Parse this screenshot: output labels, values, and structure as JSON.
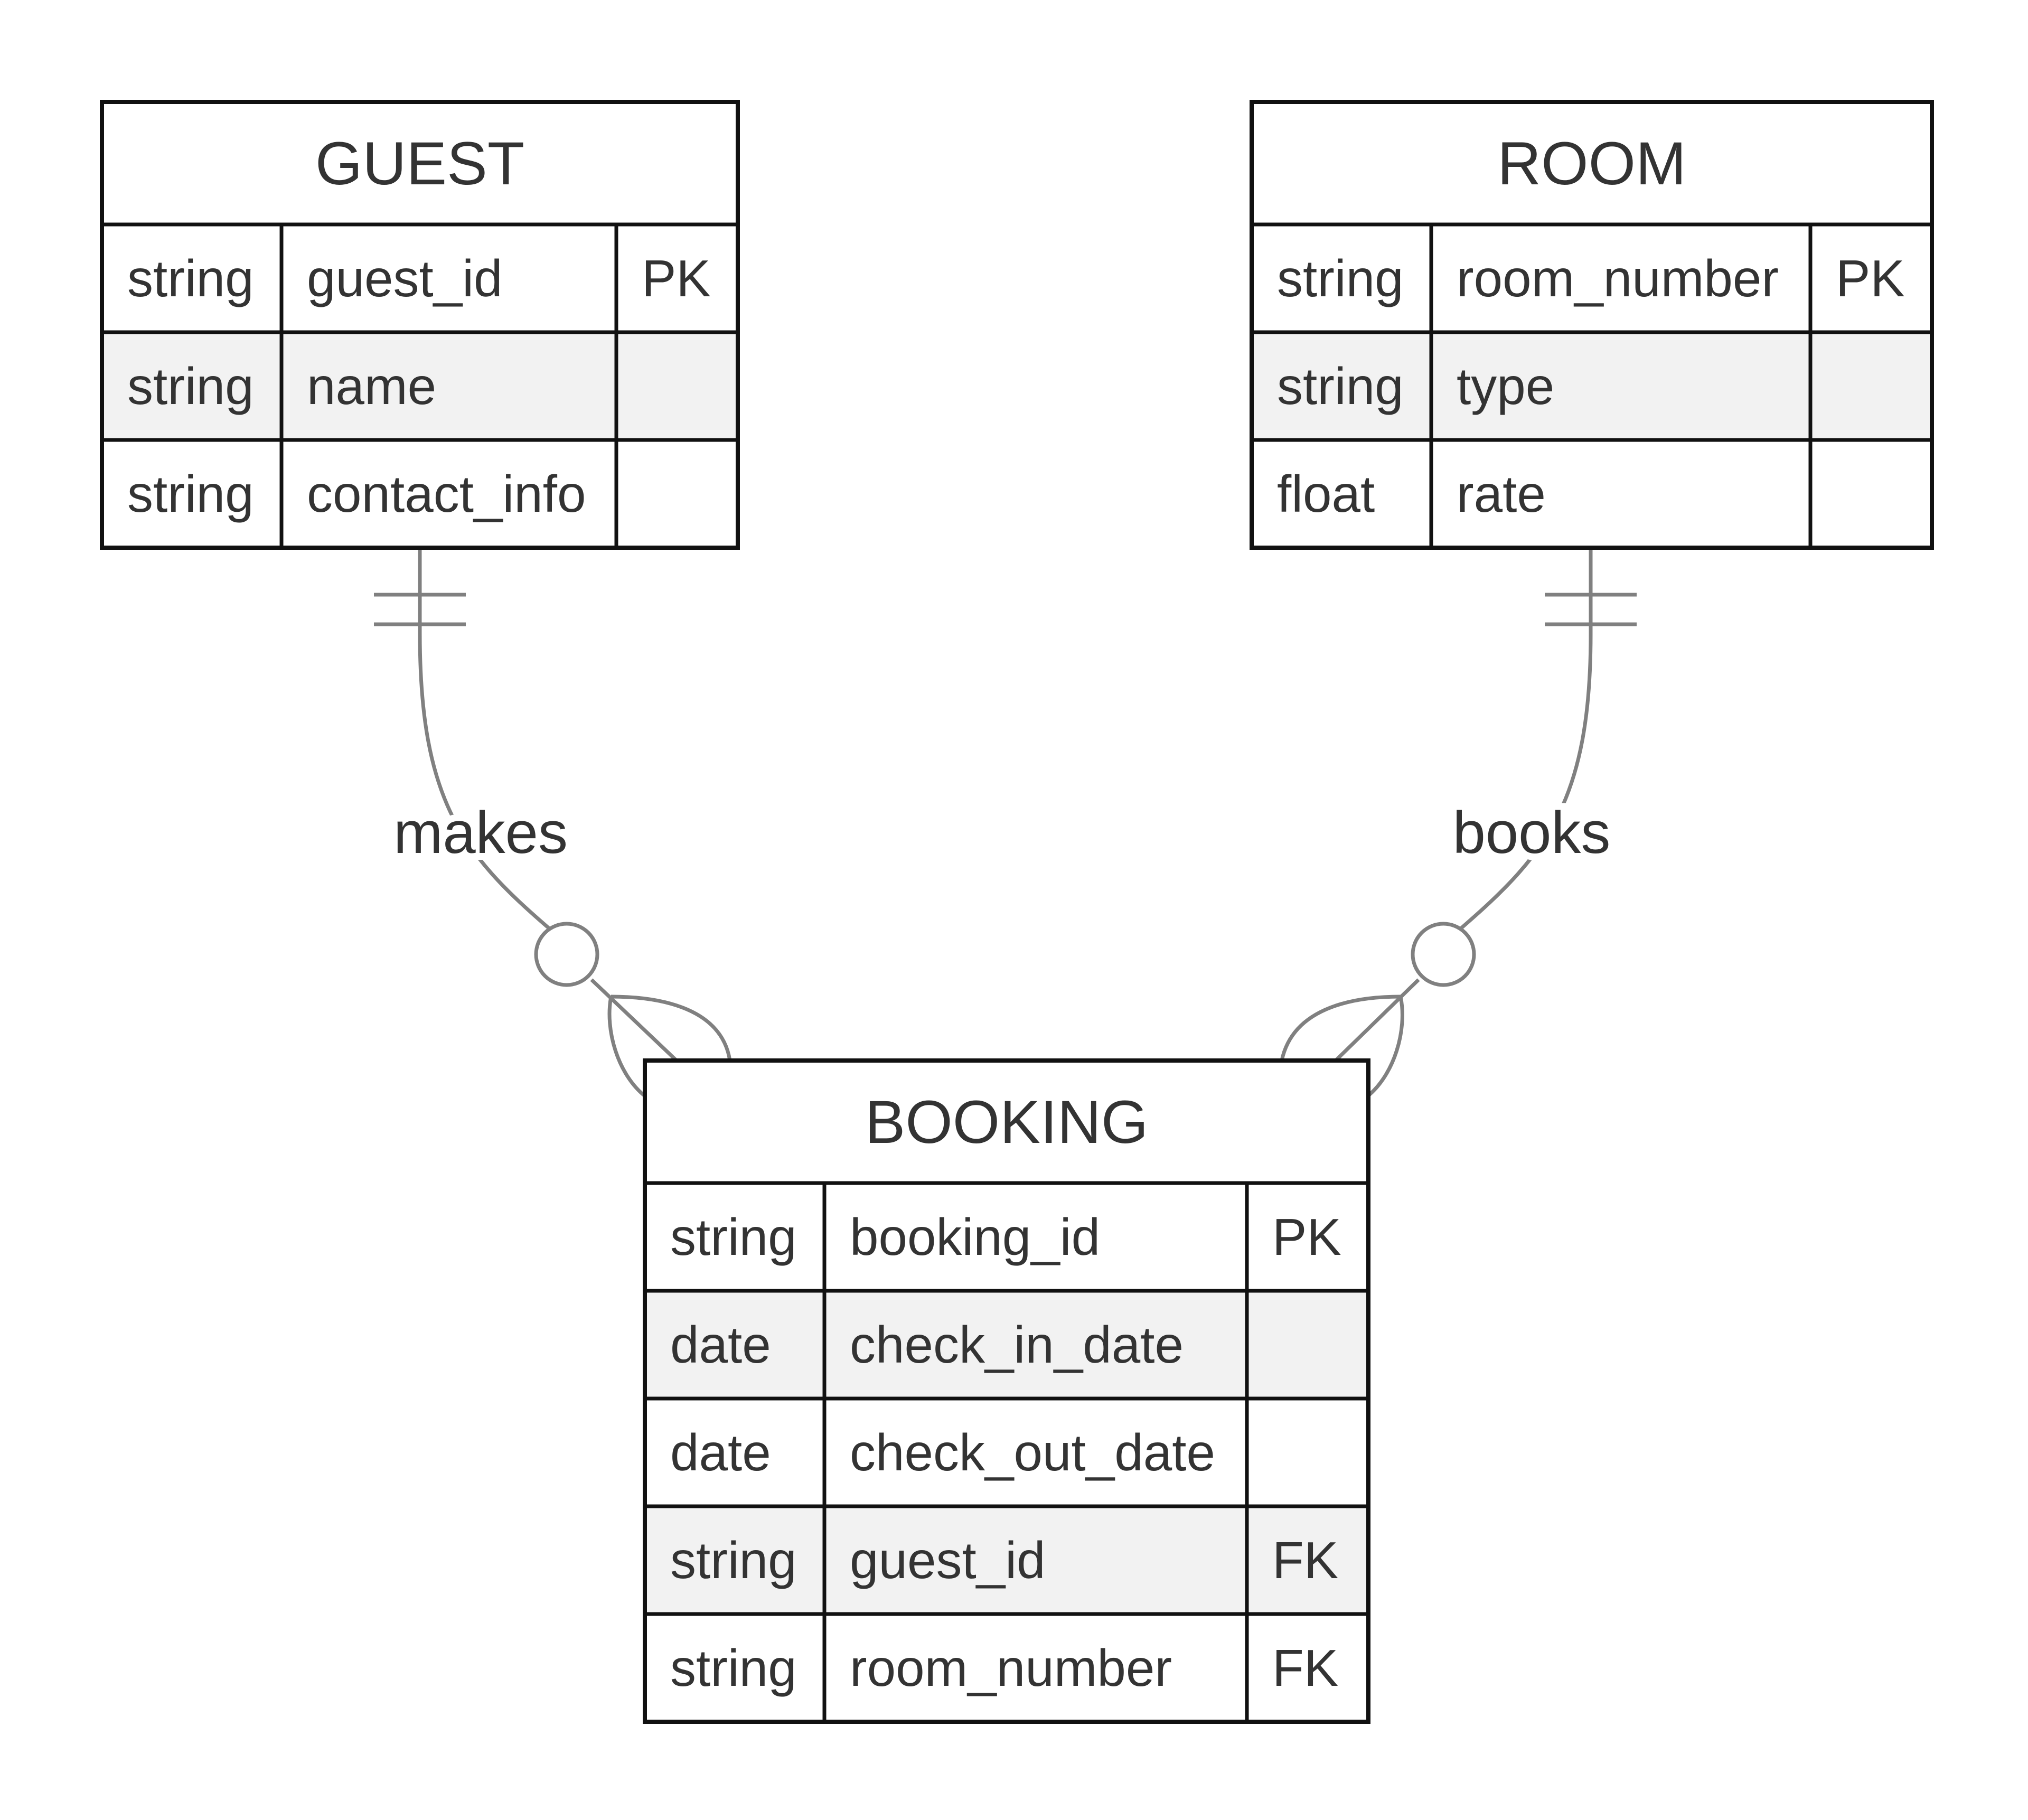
{
  "diagram": {
    "entities": [
      {
        "id": "guest",
        "name": "GUEST",
        "attributes": [
          {
            "type": "string",
            "name": "guest_id",
            "key": "PK"
          },
          {
            "type": "string",
            "name": "name",
            "key": ""
          },
          {
            "type": "string",
            "name": "contact_info",
            "key": ""
          }
        ]
      },
      {
        "id": "room",
        "name": "ROOM",
        "attributes": [
          {
            "type": "string",
            "name": "room_number",
            "key": "PK"
          },
          {
            "type": "string",
            "name": "type",
            "key": ""
          },
          {
            "type": "float",
            "name": "rate",
            "key": ""
          }
        ]
      },
      {
        "id": "booking",
        "name": "BOOKING",
        "attributes": [
          {
            "type": "string",
            "name": "booking_id",
            "key": "PK"
          },
          {
            "type": "date",
            "name": "check_in_date",
            "key": ""
          },
          {
            "type": "date",
            "name": "check_out_date",
            "key": ""
          },
          {
            "type": "string",
            "name": "guest_id",
            "key": "FK"
          },
          {
            "type": "string",
            "name": "room_number",
            "key": "FK"
          }
        ]
      }
    ],
    "relationships": [
      {
        "id": "makes",
        "label": "makes",
        "from": "guest",
        "to": "booking",
        "from_cardinality": "exactly-one",
        "to_cardinality": "zero-or-more"
      },
      {
        "id": "books",
        "label": "books",
        "from": "room",
        "to": "booking",
        "from_cardinality": "exactly-one",
        "to_cardinality": "zero-or-more"
      }
    ],
    "colors": {
      "border": "#111111",
      "text": "#333333",
      "row_fill": "#ffffff",
      "row_alt_fill": "#f2f2f2",
      "edge": "#808080"
    }
  }
}
